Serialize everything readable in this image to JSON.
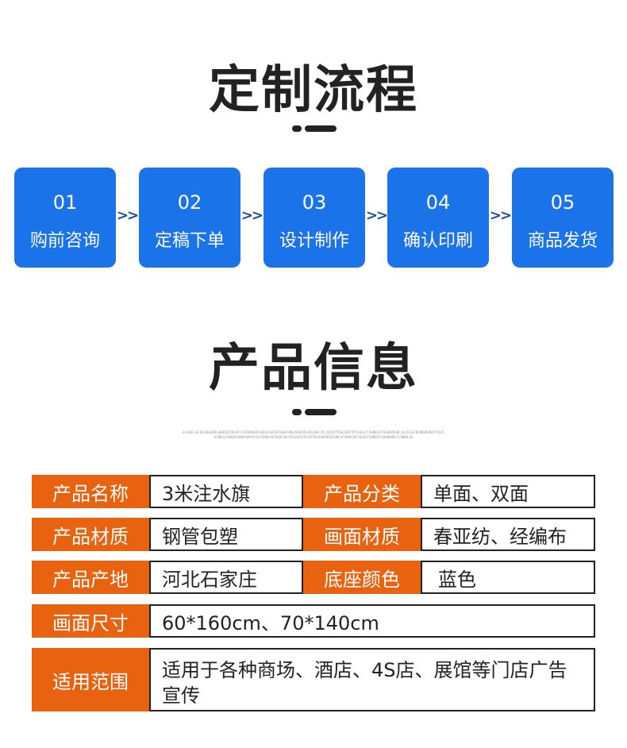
{
  "sections": {
    "process_title": "定制流程",
    "info_title": "产品信息"
  },
  "steps": [
    {
      "num": "01",
      "label": "购前咨询"
    },
    {
      "num": "02",
      "label": "定稿下单"
    },
    {
      "num": "03",
      "label": "设计制作"
    },
    {
      "num": "04",
      "label": "确认印刷"
    },
    {
      "num": "05",
      "label": "商品发货"
    }
  ],
  "arrow": ">>",
  "tiny_text": "OLJKDFJGLDSJHGSHDFGHHKSDFDKSDFJLSDVNKSDFHSDAJGSDFHFSDHJFNHJSDHFOSLDDJMLFCDLJDFOITPSEJGNITRYJSUGJTJSDNGKJFSGHDVKSDFJLKJGSGFNCBRHDHDRFYUCATHJNDSLSVNOLMJNBASDBYHJSLKYNDKJVCHSDFUHJFDSGNJHFDJGMTRHJKRURDSDJGNLSFDVNKJBCYNJKSFGHNSDFJGHHKHDSFYJNKHLSD",
  "product": {
    "name_label": "产品名称",
    "name_value": "3米注水旗",
    "category_label": "产品分类",
    "category_value": "单面、双面",
    "material_label": "产品材质",
    "material_value": "钢管包塑",
    "surface_label": "画面材质",
    "surface_value": "春亚纺、经编布",
    "origin_label": "产品产地",
    "origin_value": "河北石家庄",
    "base_color_label": "底座颜色",
    "base_color_value": "蓝色",
    "size_label": "画面尺寸",
    "size_value": "60*160cm、70*140cm",
    "scope_label": "适用范围",
    "scope_value": "适用于各种商场、酒店、4S店、展馆等门店广告宣传"
  },
  "colors": {
    "step_blue": "#1a73e8",
    "label_orange": "#e8620f",
    "arrow_blue": "#1a4fa0"
  }
}
